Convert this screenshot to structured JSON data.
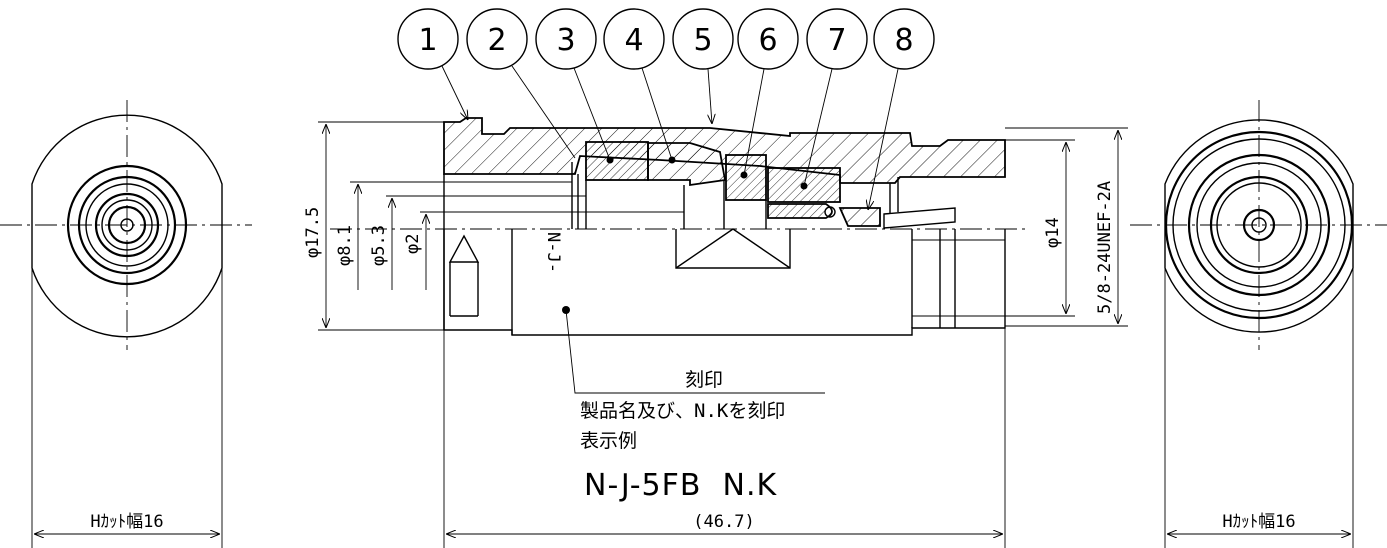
{
  "balloons": [
    "1",
    "2",
    "3",
    "4",
    "5",
    "6",
    "7",
    "8"
  ],
  "dimensions": {
    "d1": "φ17.5",
    "d2": "φ8.1",
    "d3": "φ5.3",
    "d4": "φ2",
    "d5": "φ14",
    "thread": "5/8-24UNEF-2A",
    "length": "(46.7)",
    "hcut_left": "Hｶｯﾄ幅16",
    "hcut_right": "Hｶｯﾄ幅16"
  },
  "marking": {
    "stamp_text": "N-J-",
    "label": "刻印",
    "description": "製品名及び、N.Kを刻印",
    "example_label": "表示例",
    "example": "N-J-5FB  N.K"
  }
}
